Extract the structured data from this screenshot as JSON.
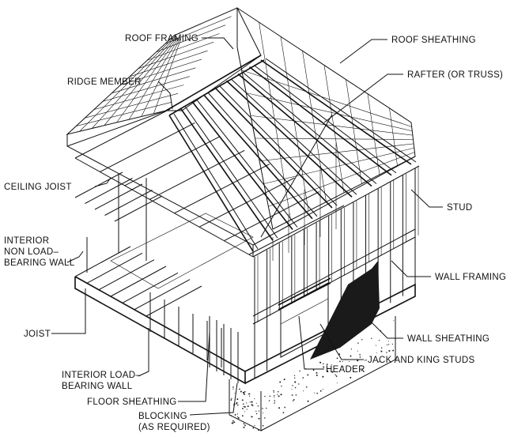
{
  "labels": {
    "roof_framing": "ROOF FRAMING",
    "roof_sheathing": "ROOF SHEATHING",
    "ridge_member": "RIDGE MEMBER",
    "rafter": "RAFTER (OR TRUSS)",
    "ceiling_joist": "CEILING JOIST",
    "stud": "STUD",
    "interior_nonload_1": "INTERIOR",
    "interior_nonload_2": "NON LOAD–",
    "interior_nonload_3": "BEARING WALL",
    "wall_framing": "WALL FRAMING",
    "joist": "JOIST",
    "wall_sheathing": "WALL SHEATHING",
    "jack_king_studs": "JACK AND KING STUDS",
    "header": "HEADER",
    "interior_load_1": "INTERIOR LOAD–",
    "interior_load_2": "BEARING WALL",
    "floor_sheathing": "FLOOR SHEATHING",
    "blocking_1": "BLOCKING",
    "blocking_2": "(AS REQUIRED)"
  }
}
